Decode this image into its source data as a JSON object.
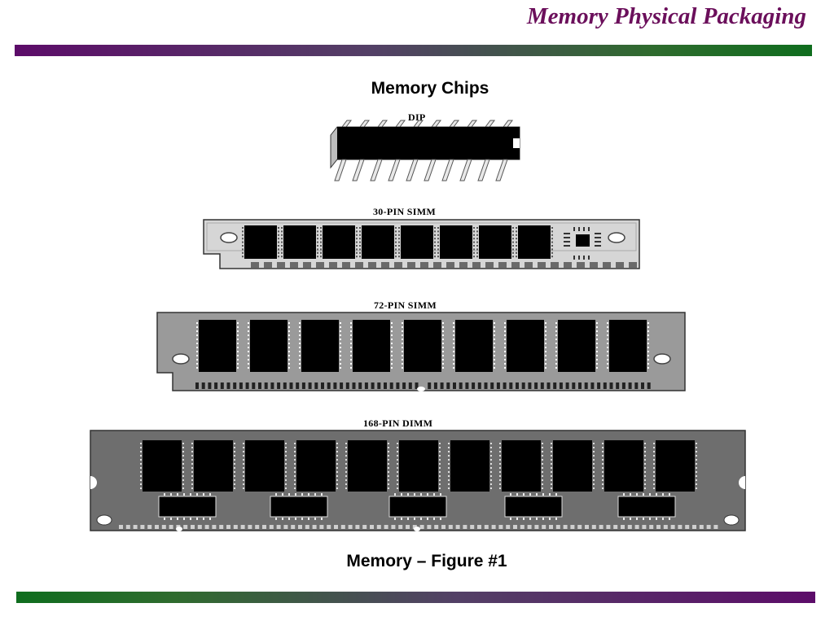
{
  "slide": {
    "title": "Memory Physical Packaging",
    "heading": "Memory Chips",
    "caption": "Memory – Figure #1"
  },
  "modules": [
    {
      "id": "dip",
      "label": "DIP"
    },
    {
      "id": "simm30",
      "label": "30-PIN SIMM"
    },
    {
      "id": "simm72",
      "label": "72-PIN SIMM"
    },
    {
      "id": "dimm168",
      "label": "168-PIN DIMM"
    }
  ],
  "colors": {
    "title": "#6b0f5b",
    "bar_purple": "#5c0c69",
    "bar_green": "#0f6d1e",
    "board_light": "#d6d6d6",
    "board_mid": "#9a9a9a",
    "board_dark": "#6e6e6e",
    "chip": "#000000"
  }
}
